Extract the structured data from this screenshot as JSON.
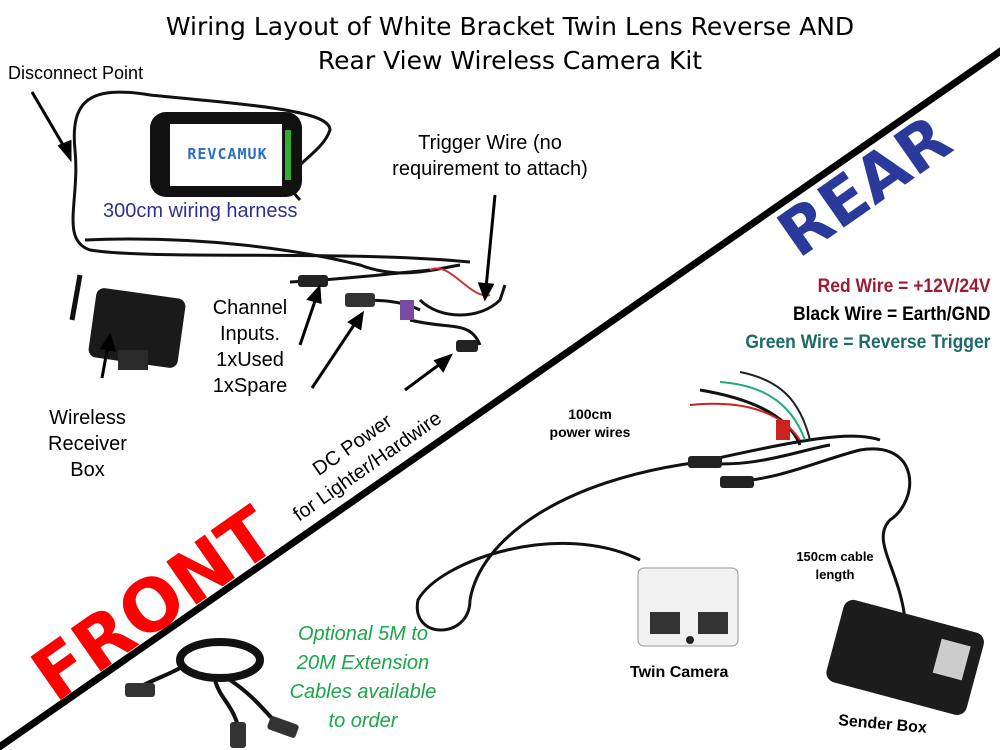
{
  "title": {
    "line1": "Wiring Layout of White Bracket Twin Lens Reverse AND",
    "line2": "Rear View Wireless Camera Kit"
  },
  "front": {
    "disconnect_point": "Disconnect Point",
    "monitor_logo": "REVCAMUK",
    "harness": "300cm wiring harness",
    "trigger_wire": [
      "Trigger Wire (no",
      "requirement to attach)"
    ],
    "channel_inputs": [
      "Channel",
      "Inputs.",
      "1xUsed",
      "1xSpare"
    ],
    "receiver": [
      "Wireless",
      "Receiver",
      "Box"
    ],
    "dc_power": [
      "DC Power",
      "for Lighter/Hardwire"
    ],
    "section_label": "FRONT",
    "extension": [
      "Optional 5M to",
      "20M Extension",
      "Cables available",
      "to order"
    ]
  },
  "rear": {
    "section_label": "REAR",
    "legend": [
      {
        "text": "Red Wire = +12V/24V",
        "color": "#9e1b32"
      },
      {
        "text": "Black Wire = Earth/GND",
        "color": "#000000"
      },
      {
        "text": "Green Wire = Reverse Trigger",
        "color": "#1b6b64"
      }
    ],
    "power_wires": [
      "100cm",
      "power wires"
    ],
    "cable_length": [
      "150cm cable",
      "length"
    ],
    "twin_camera": "Twin Camera",
    "sender_box": "Sender Box"
  },
  "colors": {
    "front": "#ff0000",
    "rear": "#2b3a9a",
    "harness": "#2e3192",
    "extension": "#1aa64a"
  }
}
